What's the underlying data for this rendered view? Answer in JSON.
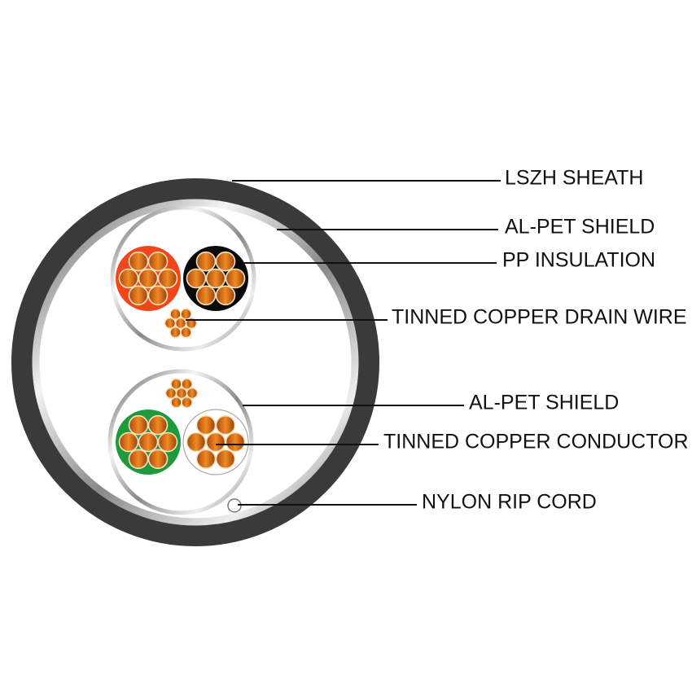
{
  "colors": {
    "sheath": "#3a3a3a",
    "shield": "#a8a8a8",
    "copper": "#d9690f",
    "insulation_orange": "#f2461a",
    "insulation_black": "#0a0a0a",
    "insulation_green": "#1e9a3c",
    "insulation_white": "#ffffff"
  },
  "labels": [
    {
      "id": "lszh-sheath",
      "text": "LSZH SHEATH"
    },
    {
      "id": "al-pet-shield-outer",
      "text": "AL-PET SHIELD"
    },
    {
      "id": "pp-insulation",
      "text": "PP INSULATION"
    },
    {
      "id": "tinned-copper-drain-wire",
      "text": "TINNED COPPER DRAIN WIRE"
    },
    {
      "id": "al-pet-shield-pair",
      "text": "AL-PET SHIELD"
    },
    {
      "id": "tinned-copper-conductor",
      "text": "TINNED COPPER CONDUCTOR"
    },
    {
      "id": "nylon-rip-cord",
      "text": "NYLON RIP CORD"
    }
  ]
}
